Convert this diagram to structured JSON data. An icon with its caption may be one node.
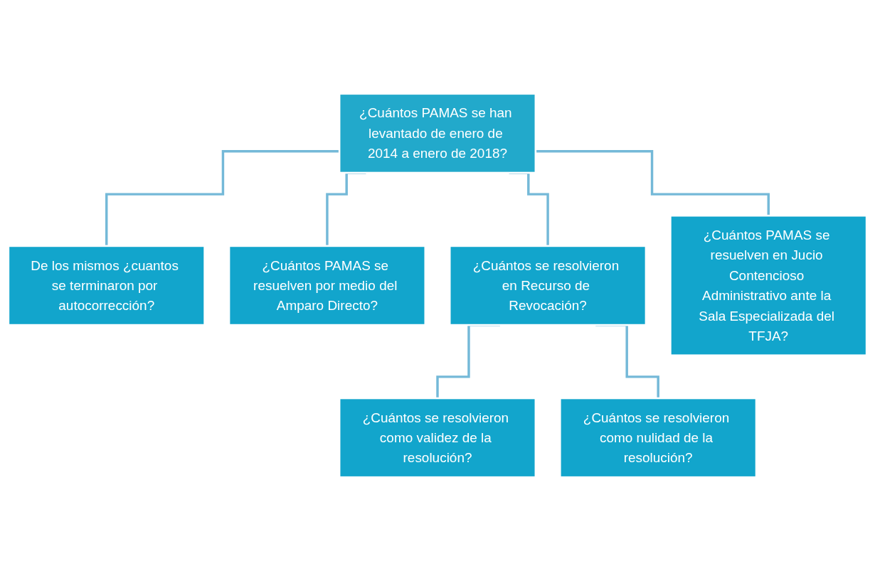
{
  "diagram": {
    "nodes": [
      {
        "text": [
          "¿Cuántos PAMAS se han levantado de enero de 2014 a enero de 2018?"
        ]
      },
      {
        "text": [
          "De los mismos ¿cuantos se terminaron por autocorrección?"
        ]
      },
      {
        "text": [
          "¿Cuántos PAMAS se resuelven por medio del Amparo Directo?"
        ]
      },
      {
        "text": [
          "¿Cuántos se resolvieron en Recurso de Revocación?"
        ]
      },
      {
        "text": [
          "¿Cuántos PAMAS se resuelven en Jucio Contencioso Administrativo ante la Sala Especializada del TFJA?"
        ]
      },
      {
        "text": [
          "¿Cuántos se resolvieron como validez de la resolución?"
        ]
      },
      {
        "text": [
          "¿Cuántos se resolvieron como nulidad de la resolución?"
        ]
      }
    ],
    "edges": [
      {
        "from": 0,
        "to": 1,
        "arrow": "none"
      },
      {
        "from": 0,
        "to": 2,
        "arrow": "none"
      },
      {
        "from": 0,
        "to": 3,
        "arrow": "none"
      },
      {
        "from": 0,
        "to": 4,
        "arrow": "none"
      },
      {
        "from": 3,
        "to": 5,
        "arrow": "none"
      },
      {
        "from": 3,
        "to": 6,
        "arrow": "none"
      }
    ]
  }
}
